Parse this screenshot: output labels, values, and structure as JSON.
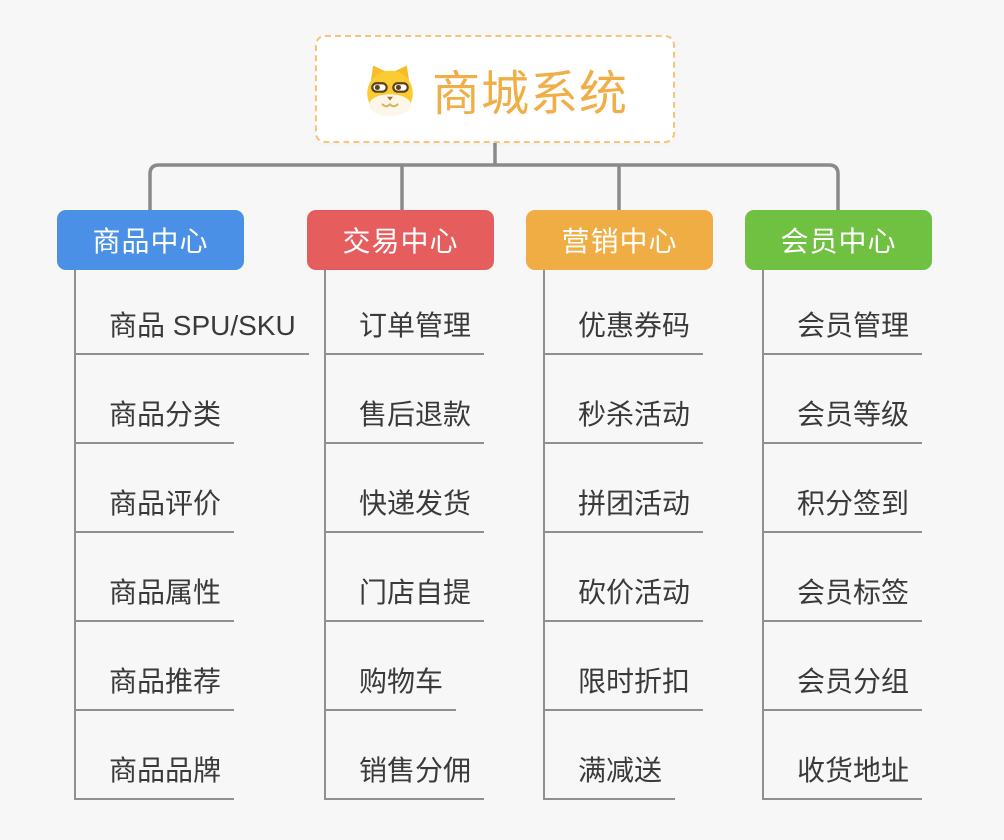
{
  "root": {
    "title": "商城系统",
    "icon": "doge-dog-icon",
    "title_color": "#f0ae47",
    "border_color": "#f7c479"
  },
  "branches": [
    {
      "label": "商品中心",
      "color": "#4a90e6",
      "children": [
        "商品 SPU/SKU",
        "商品分类",
        "商品评价",
        "商品属性",
        "商品推荐",
        "商品品牌"
      ]
    },
    {
      "label": "交易中心",
      "color": "#e65d5d",
      "children": [
        "订单管理",
        "售后退款",
        "快递发货",
        "门店自提",
        "购物车",
        "销售分佣"
      ]
    },
    {
      "label": "营销中心",
      "color": "#efad44",
      "children": [
        "优惠券码",
        "秒杀活动",
        "拼团活动",
        "砍价活动",
        "限时折扣",
        "满减送"
      ]
    },
    {
      "label": "会员中心",
      "color": "#70c142",
      "children": [
        "会员管理",
        "会员等级",
        "积分签到",
        "会员标签",
        "会员分组",
        "收货地址"
      ]
    }
  ],
  "colors": {
    "background": "#f7f7f7",
    "connector_gray": "#8a8a8a",
    "underline_gray": "#8f8f8f",
    "item_text": "#3a3a3a"
  }
}
